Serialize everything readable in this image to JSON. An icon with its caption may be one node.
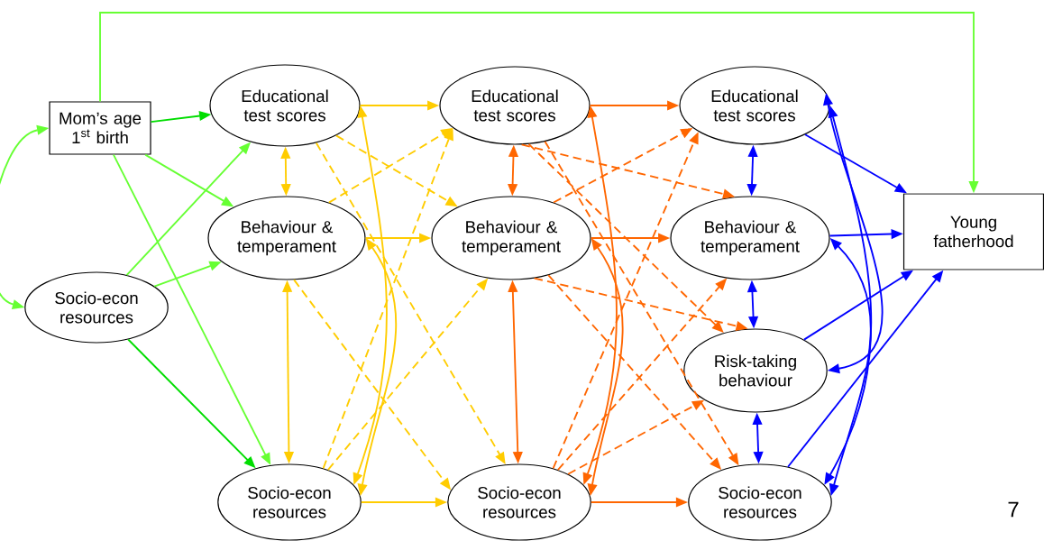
{
  "diagram": {
    "nodes": [
      {
        "text": [
          "Mom’s age 1$^{st}$ birth"
        ]
      },
      {
        "text": [
          "Socio-econ resources"
        ]
      },
      {
        "text": [
          "Educational test scores"
        ]
      },
      {
        "text": [
          "Behaviour & temperament"
        ]
      },
      {
        "text": [
          "Socio-econ resources"
        ]
      },
      {
        "text": [
          "Educational test scores"
        ]
      },
      {
        "text": [
          "Behaviour & temperament"
        ]
      },
      {
        "text": [
          "Socio-econ resources"
        ]
      },
      {
        "text": [
          "Educational test scores"
        ]
      },
      {
        "text": [
          "Behaviour & temperament"
        ]
      },
      {
        "text": [
          "Risk-taking behaviour"
        ]
      },
      {
        "text": [
          "Socio-econ resources"
        ]
      },
      {
        "text": [
          "Young fatherhood"
        ]
      }
    ],
    "edges": [
      {
        "from": 0,
        "to": 12,
        "arrow": "to",
        "color": "#66ff33"
      },
      {
        "from": 0,
        "to": 1,
        "arrow": "both",
        "color": "#66ff33"
      },
      {
        "from": 0,
        "to": 2,
        "arrow": "to",
        "color": "#00dd00"
      },
      {
        "from": 0,
        "to": 3,
        "arrow": "to",
        "color": "#66ff33"
      },
      {
        "from": 0,
        "to": 4,
        "arrow": "to",
        "color": "#66ff33"
      },
      {
        "from": 1,
        "to": 2,
        "arrow": "to",
        "color": "#66ff33"
      },
      {
        "from": 1,
        "to": 3,
        "arrow": "to",
        "color": "#66ff33"
      },
      {
        "from": 1,
        "to": 4,
        "arrow": "to",
        "color": "#00dd00"
      },
      {
        "from": 2,
        "to": 3,
        "arrow": "both",
        "color": "#ffcc00"
      },
      {
        "from": 3,
        "to": 4,
        "arrow": "both",
        "color": "#ffcc00"
      },
      {
        "from": 2,
        "to": 5,
        "arrow": "to",
        "color": "#ffcc00"
      },
      {
        "from": 3,
        "to": 6,
        "arrow": "to",
        "color": "#ffcc00"
      },
      {
        "from": 4,
        "to": 7,
        "arrow": "to",
        "color": "#ffcc00"
      },
      {
        "from": 2,
        "to": 4,
        "arrow": "both",
        "color": "#ffcc00"
      },
      {
        "from": 3,
        "to": 4,
        "arrow": "both",
        "color": "#ffcc00"
      },
      {
        "from": 2,
        "to": 6,
        "arrow": "to",
        "style": "dashed",
        "color": "#ffcc00"
      },
      {
        "from": 2,
        "to": 7,
        "arrow": "to",
        "style": "dashed",
        "color": "#ffcc00"
      },
      {
        "from": 3,
        "to": 5,
        "arrow": "to",
        "style": "dashed",
        "color": "#ffcc00"
      },
      {
        "from": 3,
        "to": 7,
        "arrow": "to",
        "style": "dashed",
        "color": "#ffcc00"
      },
      {
        "from": 4,
        "to": 5,
        "arrow": "to",
        "style": "dashed",
        "color": "#ffcc00"
      },
      {
        "from": 4,
        "to": 6,
        "arrow": "to",
        "style": "dashed",
        "color": "#ffcc00"
      },
      {
        "from": 5,
        "to": 6,
        "arrow": "both"
      },
      {
        "from": 6,
        "to": 7,
        "arrow": "both"
      },
      {
        "from": 5,
        "to": 8,
        "arrow": "to"
      },
      {
        "from": 6,
        "to": 9,
        "arrow": "to"
      },
      {
        "from": 7,
        "to": 11,
        "arrow": "to"
      },
      {
        "from": 5,
        "to": 7,
        "arrow": "both"
      },
      {
        "from": 6,
        "to": 7,
        "arrow": "both"
      },
      {
        "from": 5,
        "to": 9,
        "arrow": "to",
        "style": "dashed"
      },
      {
        "from": 5,
        "to": 10,
        "arrow": "to",
        "style": "dashed"
      },
      {
        "from": 5,
        "to": 11,
        "arrow": "to",
        "style": "dashed"
      },
      {
        "from": 6,
        "to": 8,
        "arrow": "to",
        "style": "dashed"
      },
      {
        "from": 6,
        "to": 10,
        "arrow": "to",
        "style": "dashed"
      },
      {
        "from": 6,
        "to": 11,
        "arrow": "to",
        "style": "dashed"
      },
      {
        "from": 7,
        "to": 8,
        "arrow": "to",
        "style": "dashed"
      },
      {
        "from": 7,
        "to": 9,
        "arrow": "to",
        "style": "dashed"
      },
      {
        "from": 7,
        "to": 10,
        "arrow": "to",
        "style": "dashed"
      },
      {
        "from": 8,
        "to": 9,
        "arrow": "both",
        "color": "#0000ff"
      },
      {
        "from": 9,
        "to": 10,
        "arrow": "both",
        "color": "#0000ff"
      },
      {
        "from": 10,
        "to": 11,
        "arrow": "both",
        "color": "#0000ff"
      },
      {
        "from": 8,
        "to": 10,
        "arrow": "both",
        "color": "#0000ff"
      },
      {
        "from": 8,
        "to": 11,
        "arrow": "both",
        "color": "#0000ff"
      },
      {
        "from": 9,
        "to": 11,
        "arrow": "both",
        "color": "#0000ff"
      },
      {
        "from": 8,
        "to": 12,
        "arrow": "to",
        "color": "#0000ff"
      },
      {
        "from": 9,
        "to": 12,
        "arrow": "to",
        "color": "#0000ff"
      },
      {
        "from": 10,
        "to": 12,
        "arrow": "to",
        "color": "#0000ff"
      },
      {
        "from": 11,
        "to": 12,
        "arrow": "to",
        "color": "#0000ff"
      }
    ],
    "labels": [
      "7"
    ]
  }
}
